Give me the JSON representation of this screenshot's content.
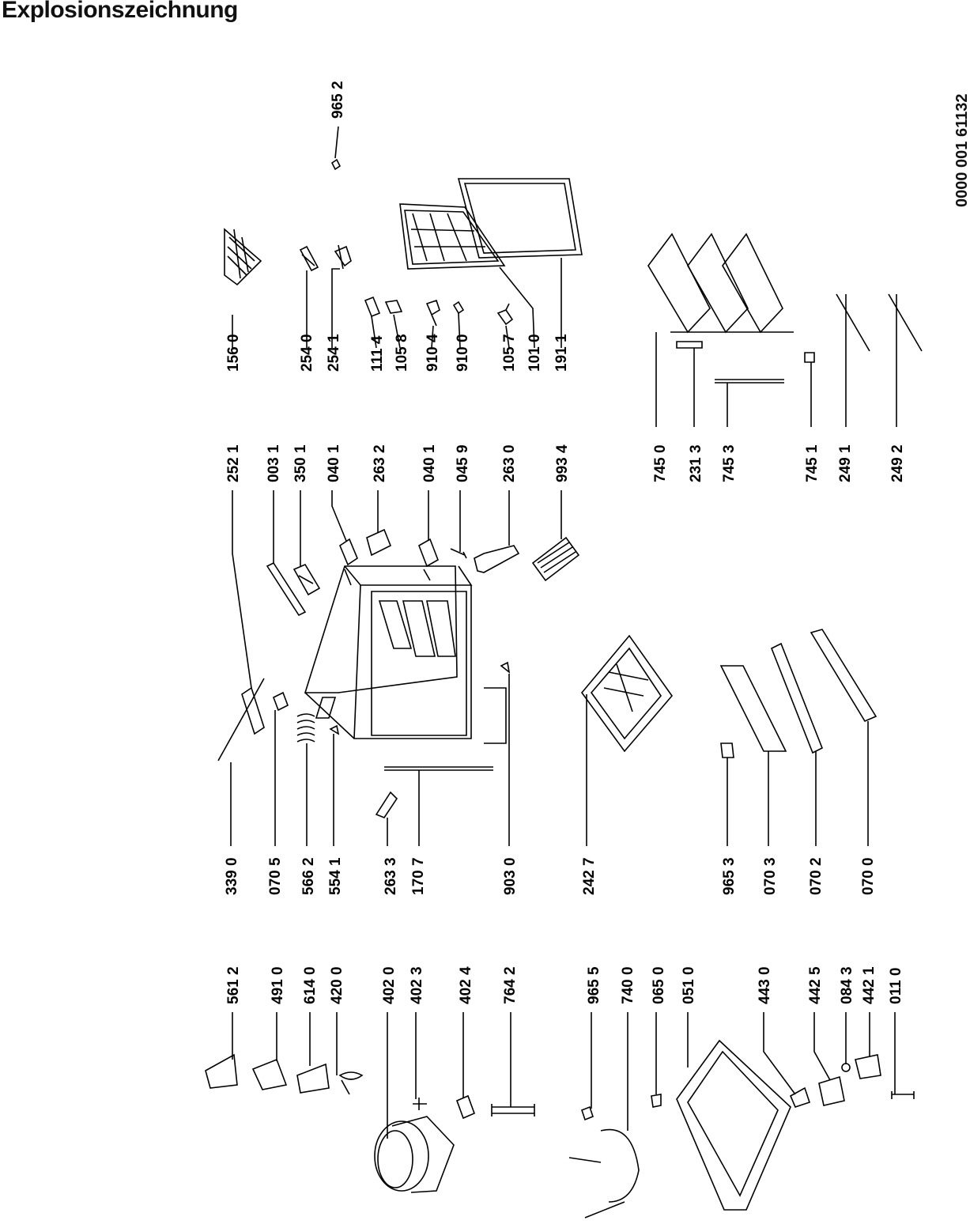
{
  "title": "Explosionszeichnung",
  "document_number": "0000 001 61132",
  "parts": [
    {
      "code": "156 0"
    },
    {
      "code": "254 0"
    },
    {
      "code": "254 1"
    },
    {
      "code": "111 4"
    },
    {
      "code": "105 8"
    },
    {
      "code": "910 4"
    },
    {
      "code": "910 0"
    },
    {
      "code": "105 7"
    },
    {
      "code": "101 0"
    },
    {
      "code": "191 1"
    },
    {
      "code": "965 2"
    },
    {
      "code": "252 1"
    },
    {
      "code": "003 1"
    },
    {
      "code": "350 1"
    },
    {
      "code": "040 1"
    },
    {
      "code": "263 2"
    },
    {
      "code": "040 1"
    },
    {
      "code": "045 9"
    },
    {
      "code": "263 0"
    },
    {
      "code": "993 4"
    },
    {
      "code": "745 0"
    },
    {
      "code": "231 3"
    },
    {
      "code": "745 3"
    },
    {
      "code": "745 1"
    },
    {
      "code": "249 1"
    },
    {
      "code": "249 2"
    },
    {
      "code": "339 0"
    },
    {
      "code": "070 5"
    },
    {
      "code": "566 2"
    },
    {
      "code": "554 1"
    },
    {
      "code": "263 3"
    },
    {
      "code": "170 7"
    },
    {
      "code": "903 0"
    },
    {
      "code": "242 7"
    },
    {
      "code": "965 3"
    },
    {
      "code": "070 3"
    },
    {
      "code": "070 2"
    },
    {
      "code": "070 0"
    },
    {
      "code": "561 2"
    },
    {
      "code": "491 0"
    },
    {
      "code": "614 0"
    },
    {
      "code": "420 0"
    },
    {
      "code": "402 0"
    },
    {
      "code": "402 3"
    },
    {
      "code": "402 4"
    },
    {
      "code": "764 2"
    },
    {
      "code": "965 5"
    },
    {
      "code": "740 0"
    },
    {
      "code": "065 0"
    },
    {
      "code": "051 0"
    },
    {
      "code": "443 0"
    },
    {
      "code": "442 5"
    },
    {
      "code": "084 3"
    },
    {
      "code": "442 1"
    },
    {
      "code": "011 0"
    }
  ]
}
